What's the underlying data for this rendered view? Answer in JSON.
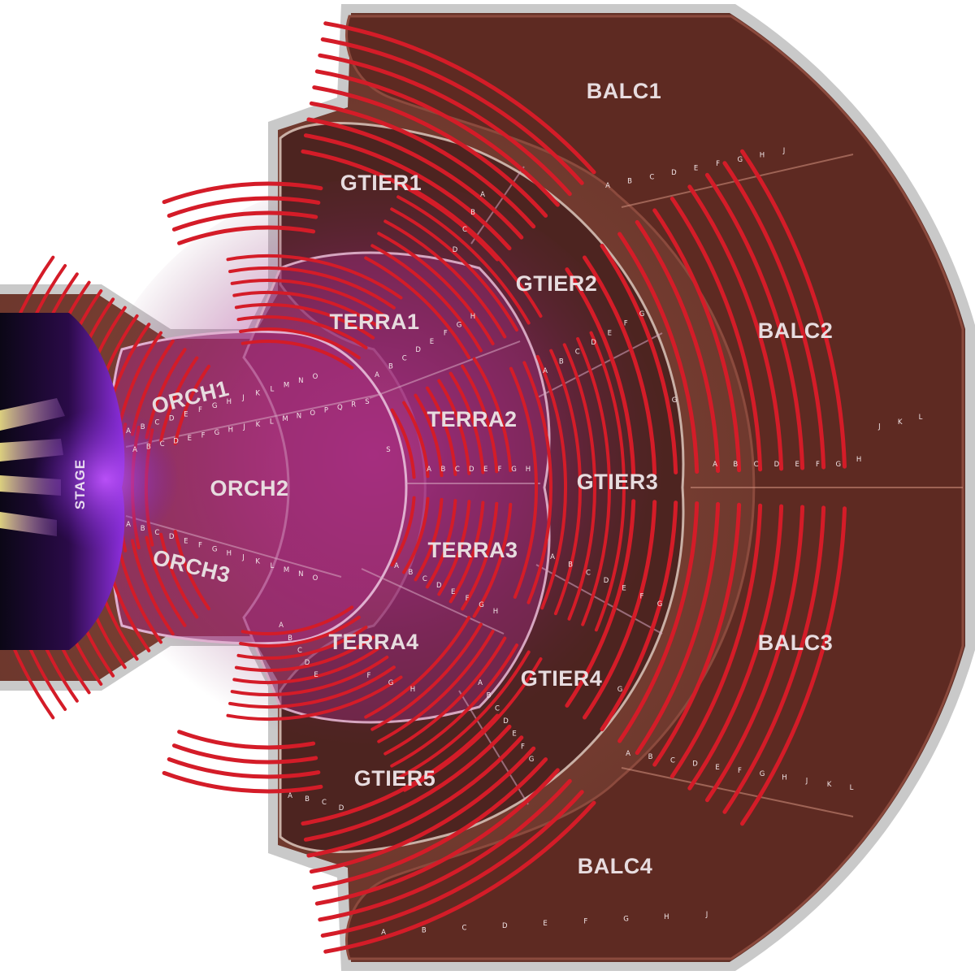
{
  "stage": {
    "label": "STAGE"
  },
  "colors": {
    "background": "#ffffff",
    "outline": "#c6c6c6",
    "floor": "#6f3a2f",
    "seat_row": "#d41c28",
    "section_label": "#e7dcdf",
    "stage_glow": "#8a2be2",
    "stage_lights": "#f0e08a"
  },
  "sections": [
    {
      "id": "ORCH1",
      "label": "ORCH1",
      "rows": [
        "A",
        "B",
        "C",
        "D",
        "E",
        "F",
        "G",
        "H",
        "J",
        "K",
        "L",
        "M",
        "N",
        "O"
      ]
    },
    {
      "id": "ORCH2",
      "label": "ORCH2",
      "rows": [
        "A",
        "B",
        "C",
        "D",
        "E",
        "F",
        "G",
        "H",
        "J",
        "K",
        "L",
        "M",
        "N",
        "O",
        "P",
        "Q",
        "R",
        "S"
      ]
    },
    {
      "id": "ORCH3",
      "label": "ORCH3",
      "rows": [
        "A",
        "B",
        "C",
        "D",
        "E",
        "F",
        "G",
        "H",
        "J",
        "K",
        "L",
        "M",
        "N",
        "O"
      ]
    },
    {
      "id": "TERRA1",
      "label": "TERRA1",
      "rows": [
        "A",
        "B",
        "C",
        "D",
        "E",
        "F",
        "G",
        "H"
      ]
    },
    {
      "id": "TERRA2",
      "label": "TERRA2",
      "rows": [
        "A",
        "B",
        "C",
        "D",
        "E",
        "F",
        "G",
        "H"
      ]
    },
    {
      "id": "TERRA3",
      "label": "TERRA3",
      "rows": [
        "A",
        "B",
        "C",
        "D",
        "E",
        "F",
        "G",
        "H"
      ]
    },
    {
      "id": "TERRA4",
      "label": "TERRA4",
      "rows": [
        "A",
        "B",
        "C",
        "D",
        "E",
        "F",
        "G",
        "H"
      ]
    },
    {
      "id": "GTIER1",
      "label": "GTIER1",
      "rows": [
        "A",
        "B",
        "C",
        "D"
      ]
    },
    {
      "id": "GTIER2",
      "label": "GTIER2",
      "rows": [
        "A",
        "B",
        "C",
        "D",
        "E",
        "F",
        "G"
      ]
    },
    {
      "id": "GTIER3",
      "label": "GTIER3",
      "rows": [
        "G"
      ]
    },
    {
      "id": "GTIER4",
      "label": "GTIER4",
      "rows": [
        "A",
        "B",
        "C",
        "D",
        "E",
        "F",
        "G"
      ]
    },
    {
      "id": "GTIER5",
      "label": "GTIER5",
      "rows": [
        "A",
        "B",
        "C",
        "D"
      ]
    },
    {
      "id": "BALC1",
      "label": "BALC1",
      "rows": [
        "A",
        "B",
        "C",
        "D",
        "E",
        "F",
        "G",
        "H",
        "J"
      ]
    },
    {
      "id": "BALC2",
      "label": "BALC2",
      "rows": [
        "A",
        "B",
        "C",
        "D",
        "E",
        "F",
        "G",
        "H",
        "J",
        "K",
        "L"
      ]
    },
    {
      "id": "BALC3",
      "label": "BALC3",
      "rows": [
        "A",
        "B",
        "C",
        "D",
        "E",
        "F",
        "G",
        "H",
        "J",
        "K",
        "L"
      ]
    },
    {
      "id": "BALC4",
      "label": "BALC4",
      "rows": [
        "A",
        "B",
        "C",
        "D",
        "E",
        "F",
        "G",
        "H",
        "J"
      ]
    }
  ],
  "extra_labels": {
    "GTIER3_mid": [
      "A",
      "B",
      "C",
      "D",
      "E",
      "F",
      "G"
    ],
    "BALC2_tail": [
      "J",
      "K",
      "L"
    ],
    "TERRA2_inner": [
      "S"
    ]
  }
}
